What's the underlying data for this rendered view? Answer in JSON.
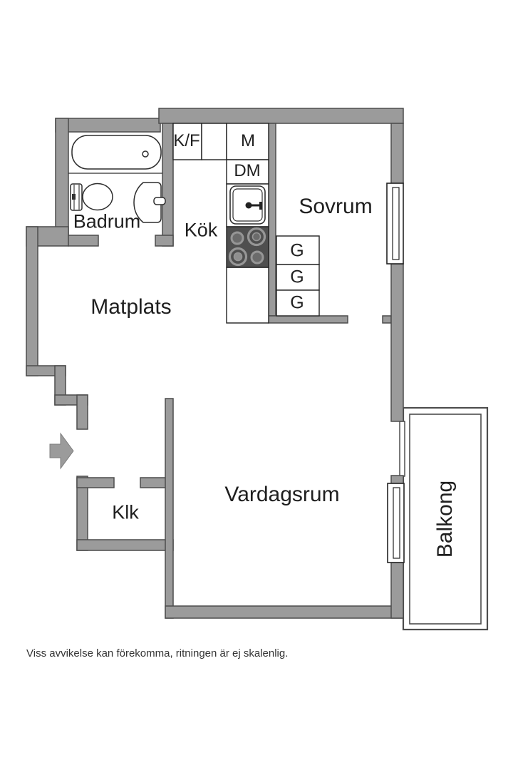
{
  "plan": {
    "rooms": {
      "badrum": "Badrum",
      "kok": "Kök",
      "sovrum": "Sovrum",
      "matplats": "Matplats",
      "klk": "Klk",
      "vardagsrum": "Vardagsrum",
      "balkong": "Balkong"
    },
    "kitchen_units": {
      "fridge_freezer": "K/F",
      "microwave": "M",
      "dishwasher": "DM"
    },
    "wardrobes": [
      "G",
      "G",
      "G"
    ],
    "colors": {
      "wall": "#9b9b9b",
      "wall_outline": "#4c4c4c",
      "stove": "#4f4f4f",
      "burner_ring": "#969696",
      "text": "#1f1f1f"
    }
  },
  "footer": {
    "disclaimer": "Viss avvikelse kan förekomma, ritningen är ej skalenlig."
  }
}
